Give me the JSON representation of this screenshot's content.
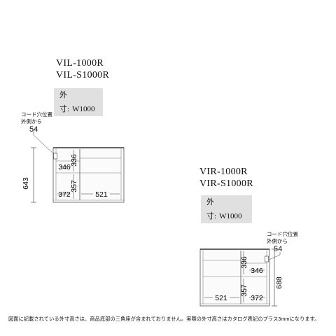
{
  "left": {
    "models": [
      "VIL-1000R",
      "VIL-S1000R"
    ],
    "width_label": "外寸:",
    "width_value": "W1000",
    "cord_label_1": "コード穴位置",
    "cord_label_2": "外側から",
    "cord_value": "54",
    "dims": {
      "height": "643",
      "upper_left": "346",
      "upper_right": "336",
      "lower_left": "372",
      "lower_right": "521",
      "lower_height": "357"
    }
  },
  "right": {
    "models": [
      "VIR-1000R",
      "VIR-S1000R"
    ],
    "width_label": "外寸:",
    "width_value": "W1000",
    "cord_label_1": "コード穴位置",
    "cord_label_2": "外側から",
    "cord_value": "54",
    "dims": {
      "height": "688",
      "upper_left": "346",
      "upper_right": "336",
      "lower_left": "521",
      "lower_right": "372",
      "lower_height": "357"
    }
  },
  "footnote": "図面に記載されている外寸高さは、商品底部の三角座が含まれておりません。実際の外寸高さはカタログ表記のプラス3mmになります。"
}
